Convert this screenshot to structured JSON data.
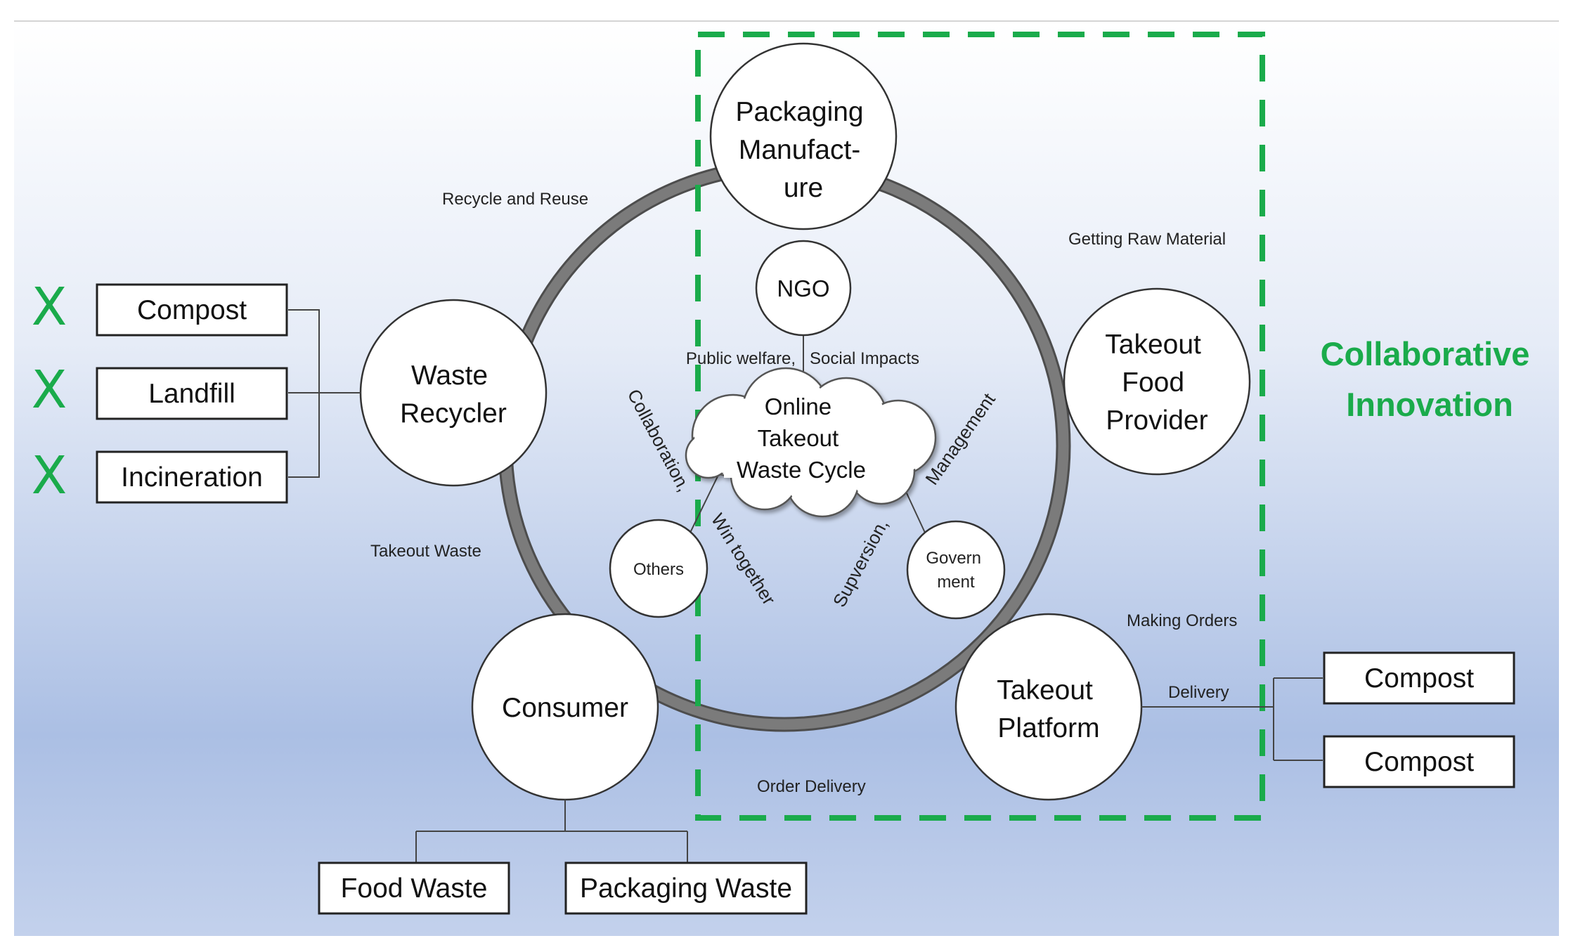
{
  "diagram": {
    "center": {
      "lines": [
        "Online",
        "Takeout",
        "Waste Cycle"
      ]
    },
    "nodes": {
      "packaging": {
        "lines": [
          "Packaging",
          "Manufact-",
          "ure"
        ]
      },
      "provider": {
        "lines": [
          "Takeout",
          "Food",
          "Provider"
        ]
      },
      "platform": {
        "lines": [
          "Takeout",
          "Platform"
        ]
      },
      "consumer": {
        "lines": [
          "Consumer"
        ]
      },
      "recycler": {
        "lines": [
          "Waste",
          "Recycler"
        ]
      },
      "ngo": {
        "lines": [
          "NGO"
        ]
      },
      "others": {
        "lines": [
          "Others"
        ]
      },
      "government": {
        "lines": [
          "Govern",
          "ment"
        ]
      }
    },
    "edge_labels": {
      "recycle_reuse": "Recycle and Reuse",
      "raw_material": "Getting Raw Material",
      "making_orders": "Making Orders",
      "order_delivery": "Order Delivery",
      "takeout_waste": "Takeout Waste",
      "delivery": "Delivery"
    },
    "inner_labels": {
      "public_welfare": "Public welfare,",
      "social_impacts": "Social Impacts",
      "collaboration": "Collaboration,",
      "win_together": "Win together",
      "supversion": "Supversion,",
      "management": "Management"
    },
    "left_options": [
      "Compost",
      "Landfill",
      "Incineration"
    ],
    "x_mark": "X",
    "right_options": [
      "Compost",
      "Compost"
    ],
    "bottom_options": [
      "Food Waste",
      "Packaging Waste"
    ],
    "collab_label": [
      "Collaborative",
      "Innovation"
    ],
    "colors": {
      "green": "#1aab4b",
      "ring": "#7b7b7b",
      "bg_top": "#f7f9fd",
      "bg_bottom": "#a9bde3"
    }
  }
}
